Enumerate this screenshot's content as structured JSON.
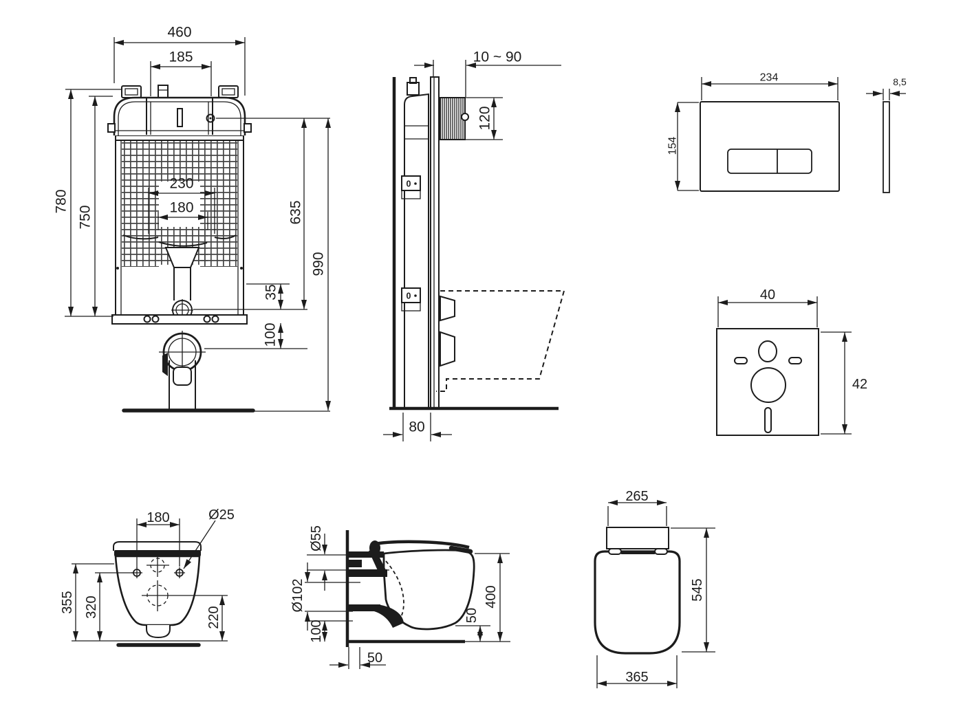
{
  "colors": {
    "line": "#1c1c1c",
    "background": "#ffffff"
  },
  "figures": {
    "cistern_front": {
      "dims": {
        "total_width": "460",
        "tank_width": "185",
        "frame_height": "780",
        "tank_height": "750",
        "inner_width": "230",
        "pipe_width": "180",
        "valve_height": "635",
        "overall_height": "990",
        "elbow_offset": "35",
        "outlet_drop": "100"
      }
    },
    "cistern_side": {
      "dims": {
        "wall_range": "10 ~ 90",
        "niche_height": "120",
        "frame_depth": "80"
      },
      "indicator": "0"
    },
    "flush_plate": {
      "dims": {
        "width": "234",
        "height": "154",
        "thickness": "8,5"
      }
    },
    "sound_mat": {
      "dims": {
        "width": "40",
        "height": "42"
      }
    },
    "bowl_rear": {
      "dims": {
        "hole_spacing": "180",
        "hole_diameter": "Ø25",
        "total_height": "355",
        "fixing_height": "320",
        "outlet_height": "220"
      }
    },
    "bowl_side": {
      "dims": {
        "inlet_diameter": "Ø55",
        "outlet_diameter": "Ø102",
        "bottom_height": "100",
        "fixing_depth": "50",
        "rim_height": "400",
        "bottom_clearance": "50"
      }
    },
    "seat_top": {
      "dims": {
        "hinge_width": "265",
        "length": "545",
        "width": "365"
      }
    }
  }
}
